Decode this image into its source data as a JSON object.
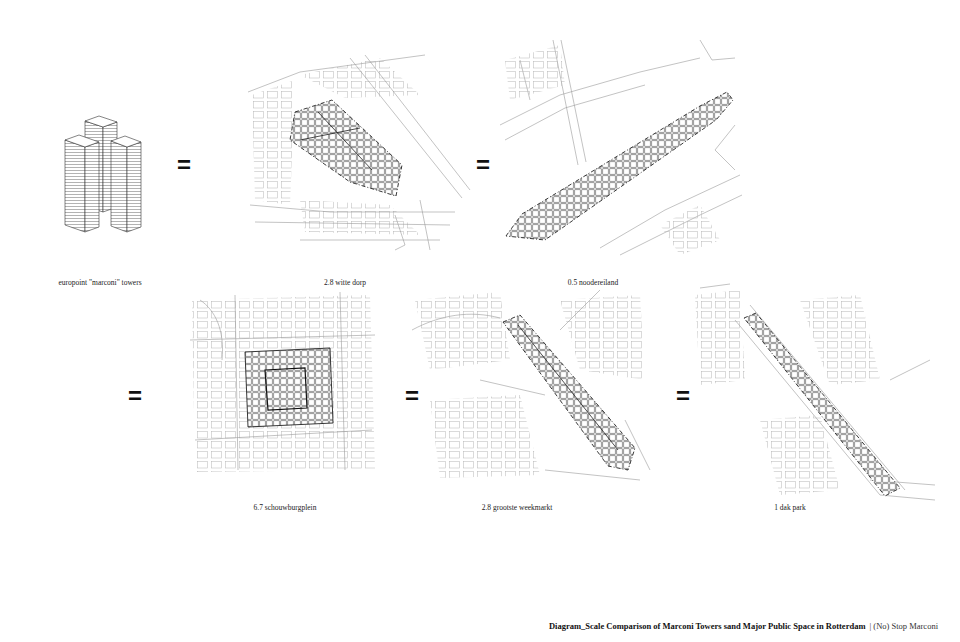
{
  "diagram": {
    "title": "Diagram_Scale Comparison of Marconi Towers sand Major Public Space in Rotterdam",
    "caption": "| (No) Stop Marconi",
    "labels": [
      "=",
      "=",
      "europoint \"marconi\" towers",
      "2.8 witte dorp",
      "0.5 noodereiland",
      "=",
      "=",
      "=",
      "6.7 schouwburgplein",
      "2.8 grootste weekmarkt",
      "1 dak park"
    ]
  }
}
